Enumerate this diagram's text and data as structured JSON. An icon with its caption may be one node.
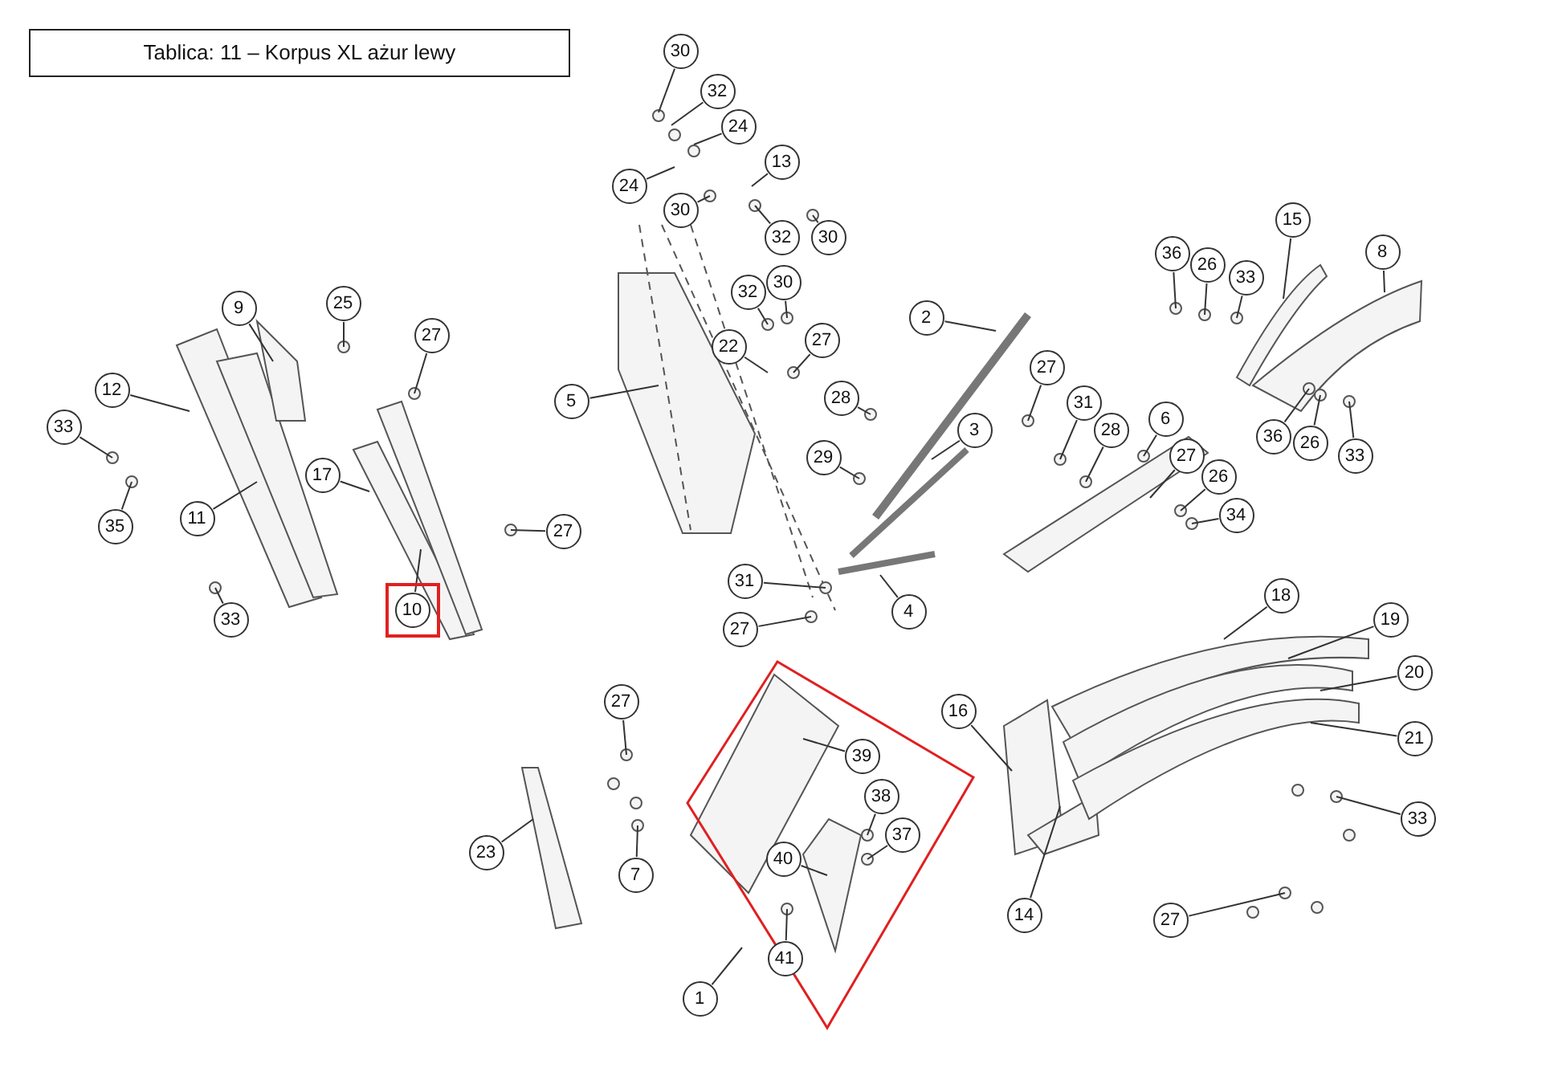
{
  "diagram": {
    "title": "Tablica: 11 – Korpus XL ażur lewy",
    "nodes": [
      {
        "text": [
          "30"
        ]
      },
      {
        "text": [
          "32"
        ]
      },
      {
        "text": [
          "24"
        ]
      },
      {
        "text": [
          "24"
        ]
      },
      {
        "text": [
          "30"
        ]
      },
      {
        "text": [
          "13"
        ]
      },
      {
        "text": [
          "32"
        ]
      },
      {
        "text": [
          "30"
        ]
      },
      {
        "text": [
          "15"
        ]
      },
      {
        "text": [
          "8"
        ]
      },
      {
        "text": [
          "36"
        ]
      },
      {
        "text": [
          "26"
        ]
      },
      {
        "text": [
          "33"
        ]
      },
      {
        "text": [
          "32"
        ]
      },
      {
        "text": [
          "30"
        ]
      },
      {
        "text": [
          "9"
        ]
      },
      {
        "text": [
          "25"
        ]
      },
      {
        "text": [
          "2"
        ]
      },
      {
        "text": [
          "27"
        ]
      },
      {
        "text": [
          "22"
        ]
      },
      {
        "text": [
          "27"
        ]
      },
      {
        "text": [
          "12"
        ]
      },
      {
        "text": [
          "5"
        ]
      },
      {
        "text": [
          "28"
        ]
      },
      {
        "text": [
          "27"
        ]
      },
      {
        "text": [
          "31"
        ]
      },
      {
        "text": [
          "6"
        ]
      },
      {
        "text": [
          "33"
        ]
      },
      {
        "text": [
          "3"
        ]
      },
      {
        "text": [
          "28"
        ]
      },
      {
        "text": [
          "36"
        ]
      },
      {
        "text": [
          "26"
        ]
      },
      {
        "text": [
          "33"
        ]
      },
      {
        "text": [
          "29"
        ]
      },
      {
        "text": [
          "27"
        ]
      },
      {
        "text": [
          "17"
        ]
      },
      {
        "text": [
          "26"
        ]
      },
      {
        "text": [
          "11"
        ]
      },
      {
        "text": [
          "34"
        ]
      },
      {
        "text": [
          "35"
        ]
      },
      {
        "text": [
          "27"
        ]
      },
      {
        "text": [
          "31"
        ]
      },
      {
        "text": [
          "10"
        ]
      },
      {
        "text": [
          "4"
        ]
      },
      {
        "text": [
          "33"
        ]
      },
      {
        "text": [
          "27"
        ]
      },
      {
        "text": [
          "18"
        ]
      },
      {
        "text": [
          "19"
        ]
      },
      {
        "text": [
          "20"
        ]
      },
      {
        "text": [
          "27"
        ]
      },
      {
        "text": [
          "16"
        ]
      },
      {
        "text": [
          "21"
        ]
      },
      {
        "text": [
          "39"
        ]
      },
      {
        "text": [
          "38"
        ]
      },
      {
        "text": [
          "33"
        ]
      },
      {
        "text": [
          "37"
        ]
      },
      {
        "text": [
          "23"
        ]
      },
      {
        "text": [
          "40"
        ]
      },
      {
        "text": [
          "7"
        ]
      },
      {
        "text": [
          "14"
        ]
      },
      {
        "text": [
          "27"
        ]
      },
      {
        "text": [
          "41"
        ]
      },
      {
        "text": [
          "1"
        ]
      }
    ],
    "edges": [
      {
        "from": 0,
        "to": null,
        "arrow": "none"
      },
      {
        "from": 1,
        "to": null,
        "arrow": "none"
      },
      {
        "from": 2,
        "to": null,
        "arrow": "none"
      },
      {
        "from": 3,
        "to": null,
        "arrow": "none"
      },
      {
        "from": 4,
        "to": null,
        "arrow": "none"
      },
      {
        "from": 5,
        "to": null,
        "arrow": "none"
      },
      {
        "from": 6,
        "to": null,
        "arrow": "none"
      },
      {
        "from": 7,
        "to": null,
        "arrow": "none"
      },
      {
        "from": 8,
        "to": null,
        "arrow": "none"
      },
      {
        "from": 9,
        "to": null,
        "arrow": "none"
      },
      {
        "from": 10,
        "to": null,
        "arrow": "none"
      },
      {
        "from": 11,
        "to": null,
        "arrow": "none"
      },
      {
        "from": 12,
        "to": null,
        "arrow": "none"
      },
      {
        "from": 13,
        "to": null,
        "arrow": "none"
      },
      {
        "from": 14,
        "to": null,
        "arrow": "none"
      },
      {
        "from": 15,
        "to": null,
        "arrow": "none"
      },
      {
        "from": 16,
        "to": null,
        "arrow": "none"
      },
      {
        "from": 17,
        "to": null,
        "arrow": "none"
      },
      {
        "from": 18,
        "to": null,
        "arrow": "none"
      },
      {
        "from": 19,
        "to": null,
        "arrow": "none"
      },
      {
        "from": 20,
        "to": null,
        "arrow": "none"
      },
      {
        "from": 21,
        "to": null,
        "arrow": "none"
      },
      {
        "from": 22,
        "to": null,
        "arrow": "none"
      },
      {
        "from": 23,
        "to": null,
        "arrow": "none"
      },
      {
        "from": 24,
        "to": null,
        "arrow": "none"
      },
      {
        "from": 25,
        "to": null,
        "arrow": "none"
      },
      {
        "from": 26,
        "to": null,
        "arrow": "none"
      },
      {
        "from": 27,
        "to": null,
        "arrow": "none"
      },
      {
        "from": 28,
        "to": null,
        "arrow": "none"
      },
      {
        "from": 29,
        "to": null,
        "arrow": "none"
      },
      {
        "from": 30,
        "to": null,
        "arrow": "none"
      },
      {
        "from": 31,
        "to": null,
        "arrow": "none"
      },
      {
        "from": 32,
        "to": null,
        "arrow": "none"
      },
      {
        "from": 33,
        "to": null,
        "arrow": "none"
      },
      {
        "from": 34,
        "to": null,
        "arrow": "none"
      },
      {
        "from": 35,
        "to": null,
        "arrow": "none"
      },
      {
        "from": 36,
        "to": null,
        "arrow": "none"
      },
      {
        "from": 37,
        "to": null,
        "arrow": "none"
      },
      {
        "from": 38,
        "to": null,
        "arrow": "none"
      },
      {
        "from": 39,
        "to": null,
        "arrow": "none"
      },
      {
        "from": 40,
        "to": null,
        "arrow": "none"
      },
      {
        "from": 41,
        "to": null,
        "arrow": "none"
      },
      {
        "from": 42,
        "to": null,
        "arrow": "none"
      },
      {
        "from": 43,
        "to": null,
        "arrow": "none"
      },
      {
        "from": 44,
        "to": null,
        "arrow": "none"
      },
      {
        "from": 45,
        "to": null,
        "arrow": "none"
      },
      {
        "from": 46,
        "to": null,
        "arrow": "none"
      },
      {
        "from": 47,
        "to": null,
        "arrow": "none"
      },
      {
        "from": 48,
        "to": null,
        "arrow": "none"
      },
      {
        "from": 49,
        "to": null,
        "arrow": "none"
      },
      {
        "from": 50,
        "to": null,
        "arrow": "none"
      },
      {
        "from": 51,
        "to": null,
        "arrow": "none"
      },
      {
        "from": 52,
        "to": null,
        "arrow": "none"
      },
      {
        "from": 53,
        "to": null,
        "arrow": "none"
      },
      {
        "from": 54,
        "to": null,
        "arrow": "none"
      },
      {
        "from": 55,
        "to": null,
        "arrow": "none"
      },
      {
        "from": 56,
        "to": null,
        "arrow": "none"
      },
      {
        "from": 57,
        "to": null,
        "arrow": "none"
      },
      {
        "from": 58,
        "to": null,
        "arrow": "none"
      },
      {
        "from": 59,
        "to": null,
        "arrow": "none"
      },
      {
        "from": 60,
        "to": null,
        "arrow": "none"
      },
      {
        "from": 61,
        "to": null,
        "arrow": "none"
      },
      {
        "from": 62,
        "to": null,
        "arrow": "none"
      }
    ]
  }
}
